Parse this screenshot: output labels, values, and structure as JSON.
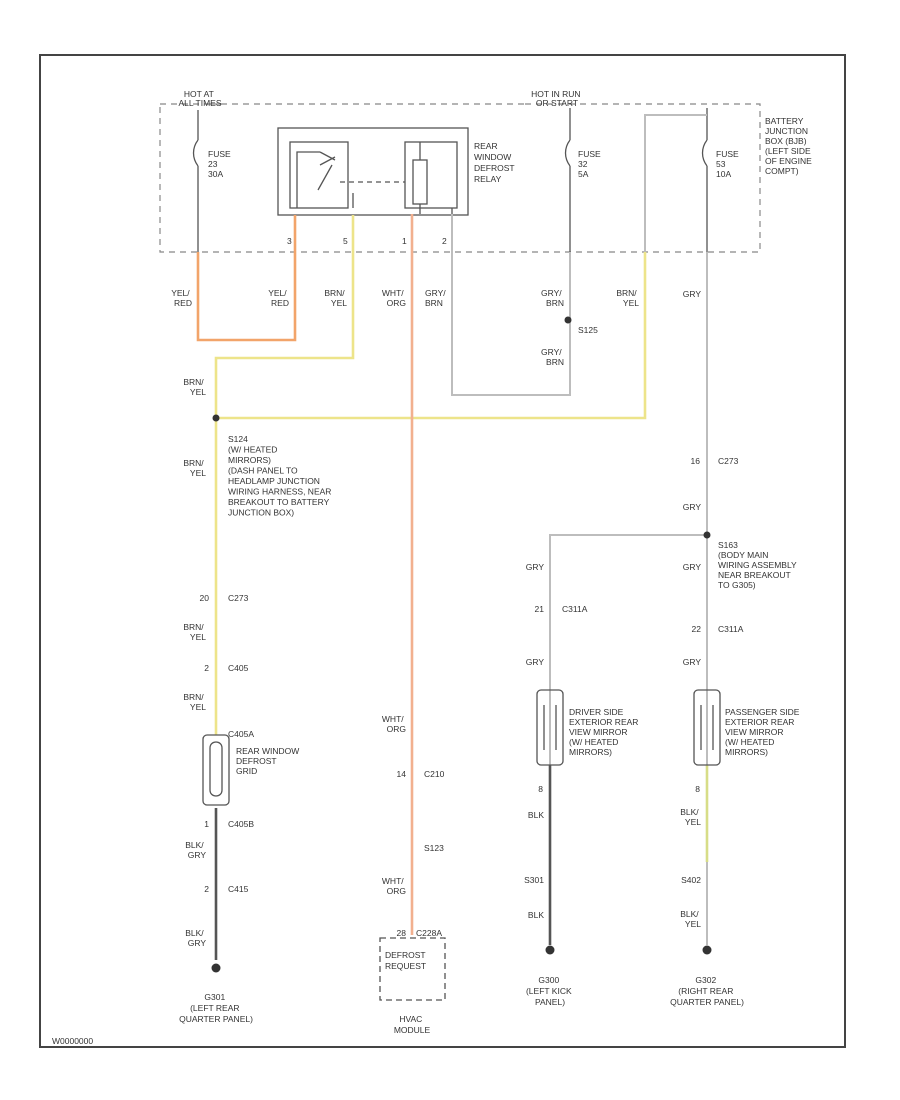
{
  "colors": {
    "yel_red": "#f2a46a",
    "brn_yel": "#ede48a",
    "wht_org": "#f2b08f",
    "gry": "#bdbdbd",
    "blk": "#555555",
    "blk_yel": "#d7dd87"
  },
  "hot_at_all_times": [
    "HOT AT",
    "ALL TIMES"
  ],
  "hot_in_run": [
    "HOT IN RUN",
    "OR START"
  ],
  "battery_junction_box": [
    "BATTERY",
    "JUNCTION",
    "BOX (BJB)",
    "(LEFT SIDE",
    "OF ENGINE",
    "COMPT)"
  ],
  "fuse_left": [
    "FUSE",
    "23",
    "30A"
  ],
  "fuse_mid": [
    "FUSE",
    "32",
    "5A"
  ],
  "fuse_right": [
    "FUSE",
    "53",
    "10A"
  ],
  "relay_label": [
    "REAR",
    "WINDOW",
    "DEFROST",
    "RELAY"
  ],
  "relay_pins": [
    "3",
    "5",
    "1",
    "2"
  ],
  "wire_yel_red_1": [
    "YEL/",
    "RED"
  ],
  "wire_yel_red_2": [
    "YEL/",
    "RED"
  ],
  "wire_brn_yel_relay": [
    "BRN/",
    "YEL"
  ],
  "wire_wht_org_relay": [
    "WHT/",
    "ORG"
  ],
  "wire_gry_brn_relay": [
    "GRY/",
    "BRN"
  ],
  "wire_gry_brn_fuse": [
    "GRY/",
    "BRN"
  ],
  "splice_s125": "S125",
  "wire_gry_brn_lower": [
    "GRY/",
    "BRN"
  ],
  "wire_brn_yel_fuse": [
    "BRN/",
    "YEL"
  ],
  "wire_gry_fuse": "GRY",
  "wire_brn_yel_left": [
    "BRN/",
    "YEL"
  ],
  "splice_s124": [
    "S124",
    "(W/ HEATED",
    "MIRRORS)",
    "(DASH PANEL TO",
    "HEADLAMP JUNCTION",
    "WIRING HARNESS, NEAR",
    "BREAKOUT TO BATTERY",
    "JUNCTION BOX)"
  ],
  "wire_brn_yel_s124": [
    "BRN/",
    "YEL"
  ],
  "conn_c273_pin": "16",
  "conn_c273": "C273",
  "wire_gry_c273": "GRY",
  "splice_s163": [
    "S163",
    "(BODY MAIN",
    "WIRING ASSEMBLY",
    "NEAR BREAKOUT",
    "TO G305)"
  ],
  "conn_c273_l_pin": "20",
  "conn_c273_l": "C273",
  "wire_brn_yel_c273": [
    "BRN/",
    "YEL"
  ],
  "conn_c405_pin": "2",
  "conn_c405": "C405",
  "wire_brn_yel_c405": [
    "BRN/",
    "YEL"
  ],
  "wire_gry_dm_upper": "GRY",
  "conn_c311a_dm_pin": "21",
  "conn_c311a_dm": "C311A",
  "wire_gry_dm_lower": "GRY",
  "wire_gry_pm_upper": "GRY",
  "conn_c311a_pm_pin": "22",
  "conn_c311a_pm": "C311A",
  "wire_gry_pm_lower": "GRY",
  "grid_conn": "C405A",
  "grid_label": [
    "REAR WINDOW",
    "DEFROST",
    "GRID"
  ],
  "driver_mirror": [
    "DRIVER SIDE",
    "EXTERIOR REAR",
    "VIEW MIRROR",
    "(W/ HEATED",
    "MIRRORS)"
  ],
  "pass_mirror": [
    "PASSENGER SIDE",
    "EXTERIOR REAR",
    "VIEW MIRROR",
    "(W/ HEATED",
    "MIRRORS)"
  ],
  "dm_pin": "8",
  "pm_pin": "8",
  "conn_c405b_pin": "1",
  "conn_c405b": "C405B",
  "wire_blk_gry_upper": [
    "BLK/",
    "GRY"
  ],
  "conn_c415_pin": "2",
  "conn_c415": "C415",
  "wire_blk_gry_lower": [
    "BLK/",
    "GRY"
  ],
  "wire_wht_org_hvac": [
    "WHT/",
    "ORG"
  ],
  "conn_c210_pin": "14",
  "conn_c210": "C210",
  "splice_s123": "S123",
  "wire_wht_org_lower": [
    "WHT/",
    "ORG"
  ],
  "hvac_pin": "28",
  "hvac_conn": "C228A",
  "hvac_inner": [
    "DEFROST",
    "REQUEST"
  ],
  "hvac_module": [
    "HVAC",
    "MODULE"
  ],
  "wire_blk_dm": "BLK",
  "splice_s301": "S301",
  "wire_blk_dm_lower": "BLK",
  "wire_blk_yel_pm": [
    "BLK/",
    "YEL"
  ],
  "splice_s402": "S402",
  "wire_blk_yel_pm_lower": [
    "BLK/",
    "YEL"
  ],
  "gnd_g301": [
    "G301",
    "(LEFT REAR",
    "QUARTER PANEL)"
  ],
  "gnd_g300": [
    "G300",
    "(LEFT KICK",
    "PANEL)"
  ],
  "gnd_g302": [
    "G302",
    "(RIGHT REAR",
    "QUARTER PANEL)"
  ],
  "footer_id": "W0000000"
}
